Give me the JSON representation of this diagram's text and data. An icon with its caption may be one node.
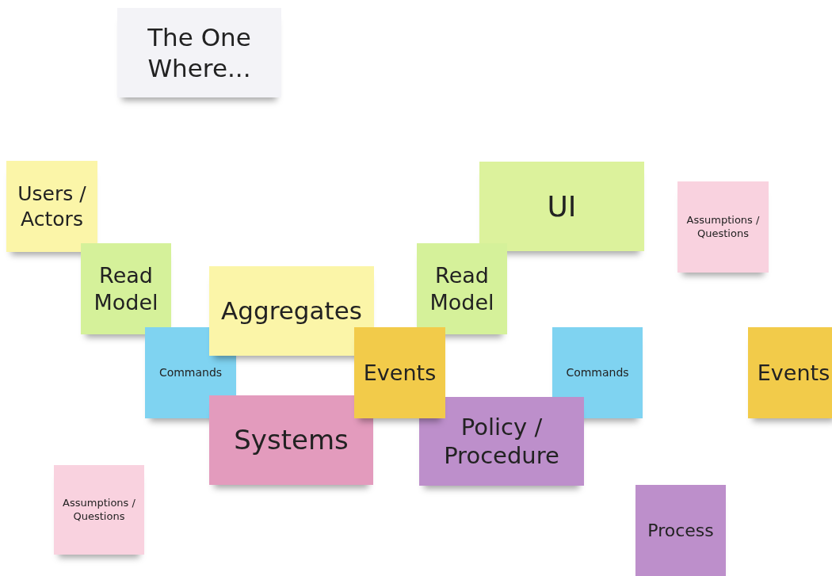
{
  "diagram": {
    "nodes": [
      {
        "text": [
          "The One Where..."
        ]
      },
      {
        "text": [
          "Users / Actors"
        ]
      },
      {
        "text": [
          "UI"
        ]
      },
      {
        "text": [
          "Assumptions / Questions"
        ]
      },
      {
        "text": [
          "Read Model"
        ]
      },
      {
        "text": [
          "Aggregates"
        ]
      },
      {
        "text": [
          "Read Model"
        ]
      },
      {
        "text": [
          "Commands"
        ]
      },
      {
        "text": [
          "Events"
        ]
      },
      {
        "text": [
          "Commands"
        ]
      },
      {
        "text": [
          "Events"
        ]
      },
      {
        "text": [
          "Systems"
        ]
      },
      {
        "text": [
          "Policy / Procedure"
        ]
      },
      {
        "text": [
          "Assumptions / Questions"
        ]
      },
      {
        "text": [
          "Process"
        ]
      }
    ]
  }
}
